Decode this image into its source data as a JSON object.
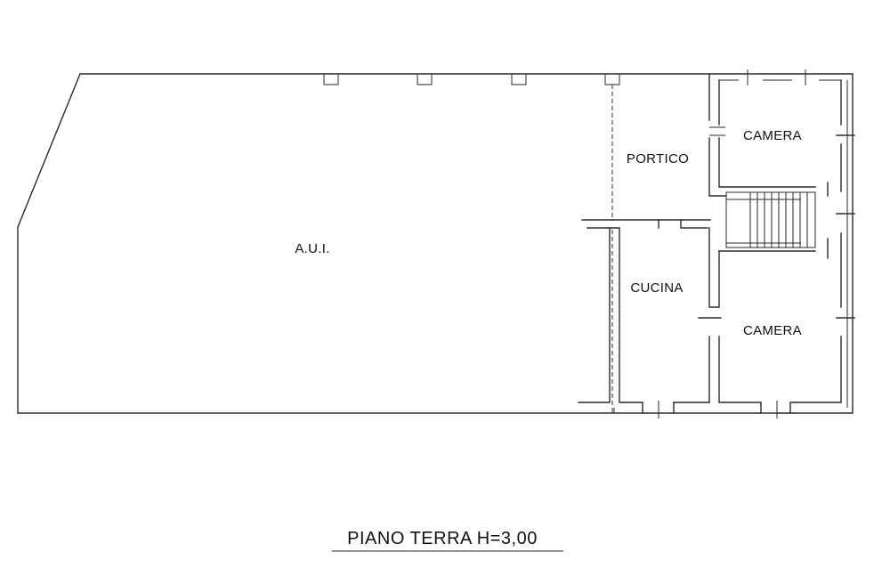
{
  "rooms": {
    "aui": "A.U.I.",
    "portico": "PORTICO",
    "camera_top": "CAMERA",
    "cucina": "CUCINA",
    "camera_bottom": "CAMERA"
  },
  "plan_title": "PIANO TERRA H=3,00"
}
